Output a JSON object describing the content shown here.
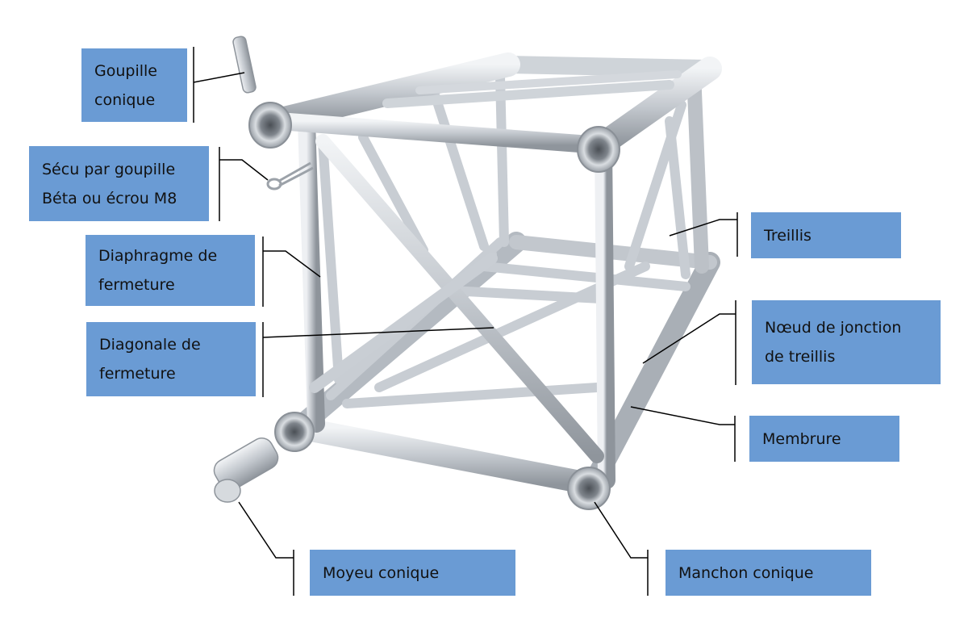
{
  "labels": {
    "goupille": {
      "line1": "Goupille",
      "line2": "conique"
    },
    "secu": {
      "line1": "Sécu par goupille",
      "line2": "Béta ou écrou M8"
    },
    "diaphragme": {
      "line1": "Diaphragme de",
      "line2": "fermeture"
    },
    "diagonale": {
      "line1": "Diagonale de",
      "line2": "fermeture"
    },
    "treillis": {
      "line1": "Treillis"
    },
    "noeud": {
      "line1": "Nœud de jonction",
      "line2": "de treillis"
    },
    "membrure": {
      "line1": "Membrure"
    },
    "moyeu": {
      "line1": "Moyeu conique"
    },
    "manchon": {
      "line1": "Manchon conique"
    }
  },
  "colors": {
    "label_background": "#6a9bd4",
    "leader_line": "#000000",
    "aluminium_light": "#e6e9ed",
    "aluminium_mid": "#b9bec5",
    "aluminium_dark": "#8d939b"
  }
}
